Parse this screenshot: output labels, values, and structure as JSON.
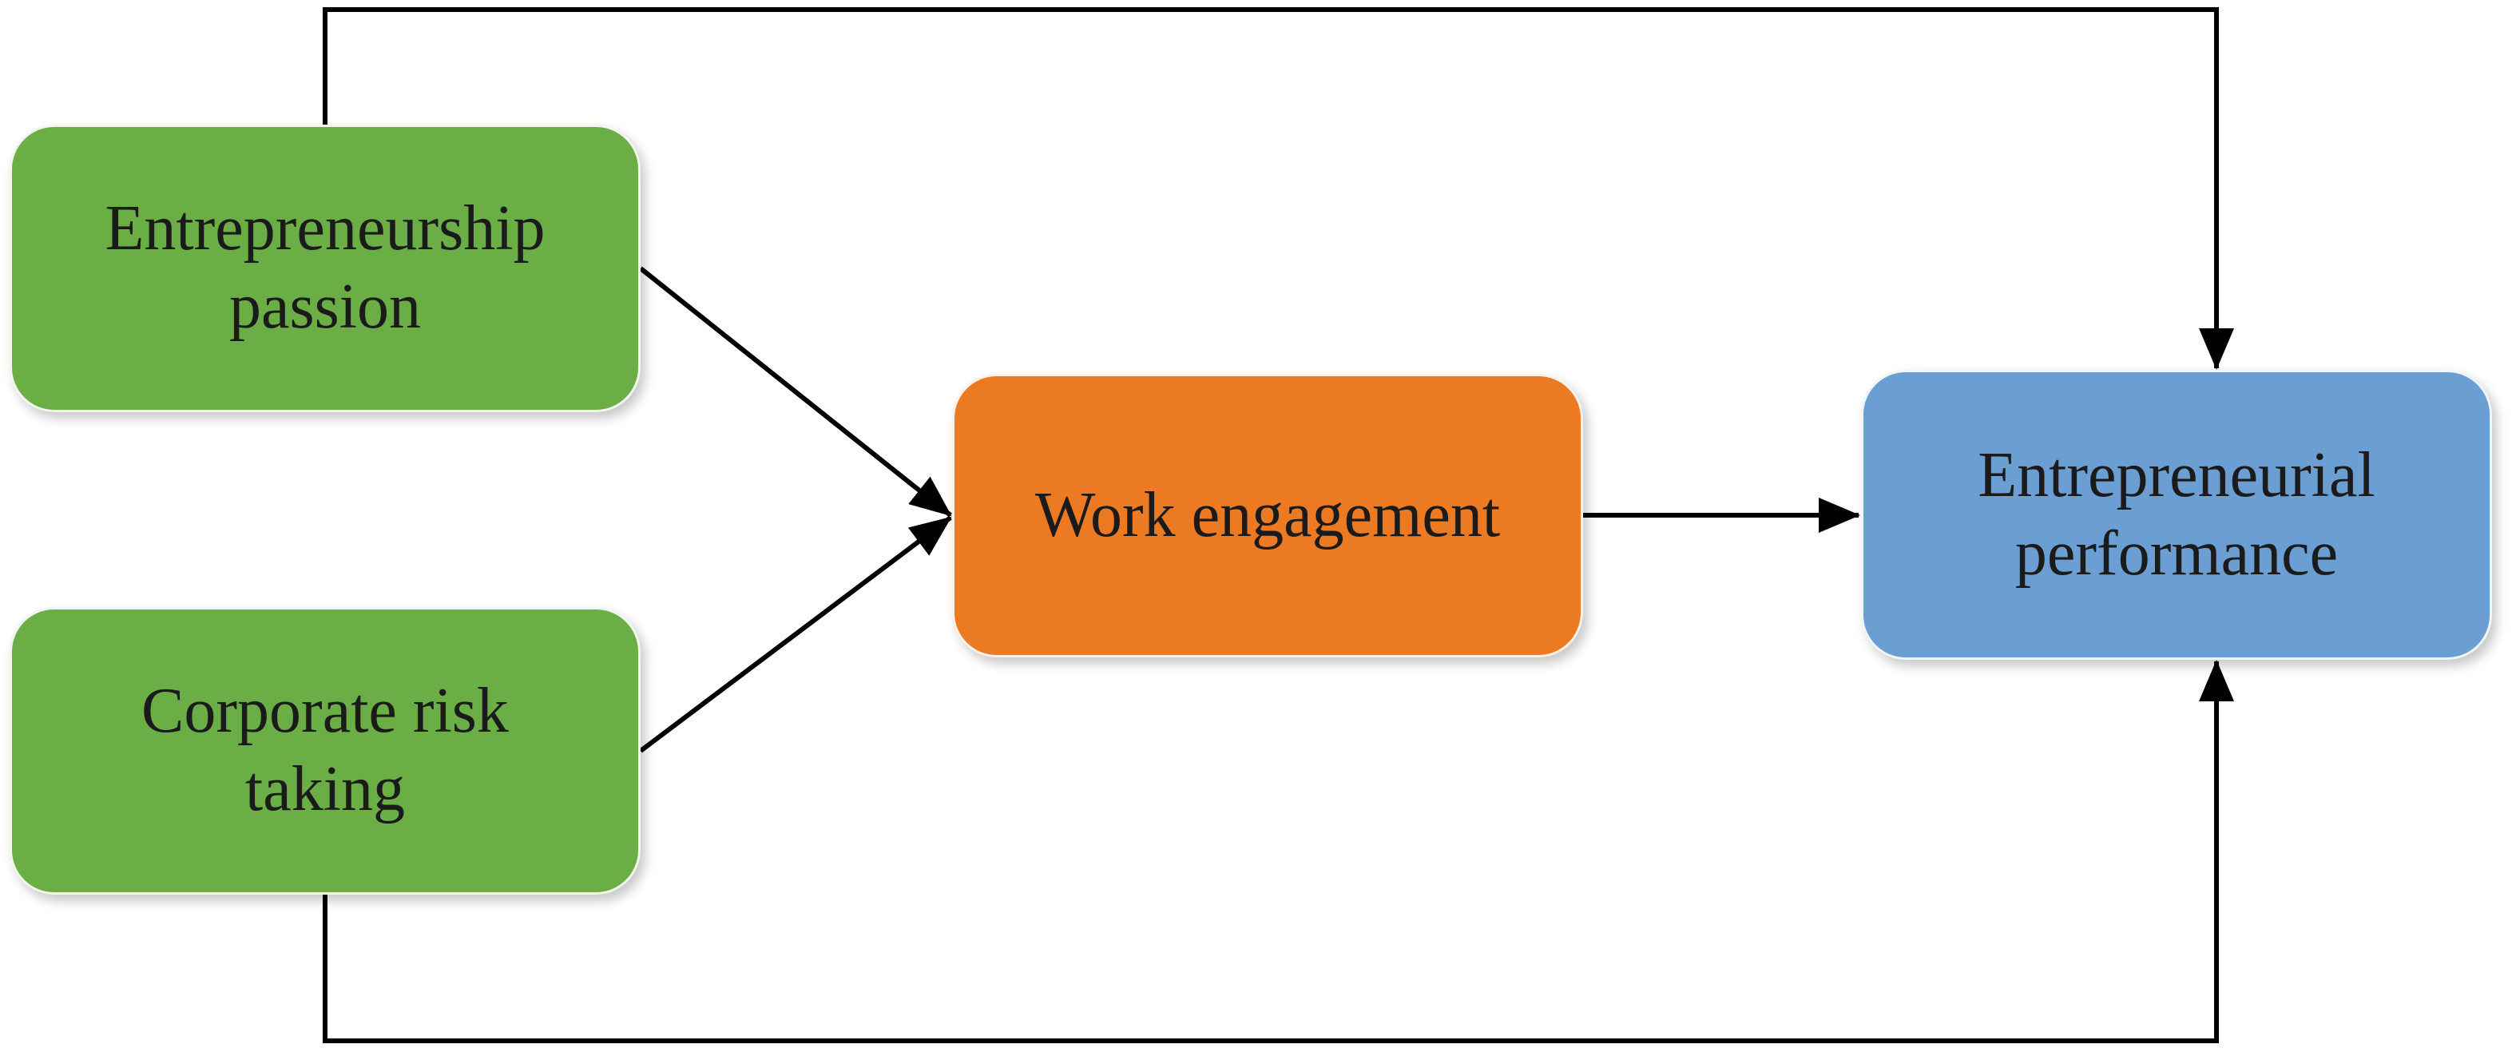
{
  "nodes": {
    "passion": {
      "lines": [
        "Entrepreneurship",
        "passion"
      ],
      "color": "#6aae45"
    },
    "risk": {
      "lines": [
        "Corporate risk",
        "taking"
      ],
      "color": "#6aae45"
    },
    "work": {
      "lines": [
        "Work engagement"
      ],
      "color": "#ec7a23"
    },
    "performance": {
      "lines": [
        "Entrepreneurial",
        "performance"
      ],
      "color": "#6b9ed2"
    }
  },
  "edges": [
    {
      "from": "passion",
      "to": "work"
    },
    {
      "from": "risk",
      "to": "work"
    },
    {
      "from": "work",
      "to": "performance"
    },
    {
      "from": "passion",
      "to": "performance"
    },
    {
      "from": "risk",
      "to": "performance"
    }
  ],
  "line_color": "#000000"
}
